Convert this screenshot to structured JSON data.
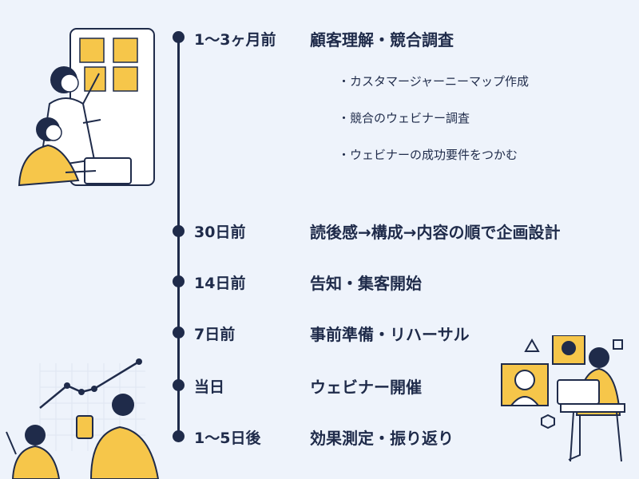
{
  "timeline": [
    {
      "when": "1〜3ヶ月前",
      "what": "顧客理解・競合調査",
      "details": [
        "・カスタマージャーニーマップ作成",
        "・競合のウェビナー調査",
        "・ウェビナーの成功要件をつかむ"
      ]
    },
    {
      "when": "30日前",
      "what": "読後感→構成→内容の順で企画設計"
    },
    {
      "when": "14日前",
      "what": "告知・集客開始"
    },
    {
      "when": "7日前",
      "what": "事前準備・リハーサル"
    },
    {
      "when": "当日",
      "what": "ウェビナー開催"
    },
    {
      "when": "1〜5日後",
      "what": "効果測定・振り返り"
    }
  ],
  "colors": {
    "navy": "#1f2b4a",
    "yellow": "#f6c64a",
    "background": "#eef3fb"
  },
  "illustrations": [
    "puzzle-team-illustration",
    "growth-chart-illustration",
    "video-call-illustration"
  ]
}
